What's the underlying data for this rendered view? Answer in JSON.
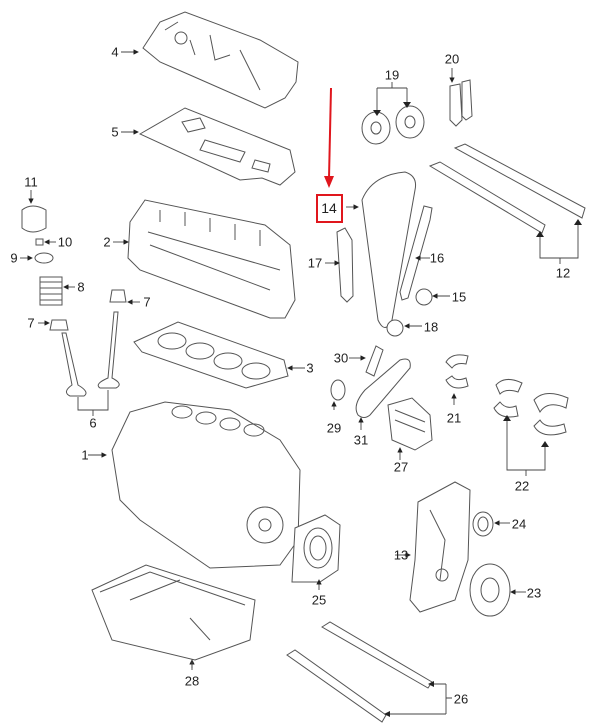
{
  "diagram": {
    "title": "",
    "highlight_color": "#e0161d",
    "highlighted_part": "14",
    "callouts": [
      {
        "id": "1",
        "label": "1",
        "part": "cylinder-block"
      },
      {
        "id": "2",
        "label": "2",
        "part": "cylinder-head"
      },
      {
        "id": "3",
        "label": "3",
        "part": "head-gasket"
      },
      {
        "id": "4",
        "label": "4",
        "part": "valve-cover"
      },
      {
        "id": "5",
        "label": "5",
        "part": "valve-cover-gasket"
      },
      {
        "id": "6",
        "label": "6",
        "part": "valves"
      },
      {
        "id": "7a",
        "label": "7",
        "part": "valve-stem-seal"
      },
      {
        "id": "7b",
        "label": "7",
        "part": "valve-stem-seal"
      },
      {
        "id": "8",
        "label": "8",
        "part": "valve-spring"
      },
      {
        "id": "9",
        "label": "9",
        "part": "spring-retainer"
      },
      {
        "id": "10",
        "label": "10",
        "part": "valve-keeper"
      },
      {
        "id": "11",
        "label": "11",
        "part": "lifter"
      },
      {
        "id": "12",
        "label": "12",
        "part": "camshafts"
      },
      {
        "id": "13",
        "label": "13",
        "part": "timing-cover"
      },
      {
        "id": "14",
        "label": "14",
        "part": "timing-chain"
      },
      {
        "id": "15",
        "label": "15",
        "part": "crank-sprocket"
      },
      {
        "id": "16",
        "label": "16",
        "part": "chain-guide"
      },
      {
        "id": "17",
        "label": "17",
        "part": "tensioner-arm"
      },
      {
        "id": "18",
        "label": "18",
        "part": "idler"
      },
      {
        "id": "19",
        "label": "19",
        "part": "vvt-gears"
      },
      {
        "id": "20",
        "label": "20",
        "part": "oil-control-valve"
      },
      {
        "id": "21",
        "label": "21",
        "part": "rod-bearings"
      },
      {
        "id": "22",
        "label": "22",
        "part": "main-bearings"
      },
      {
        "id": "23",
        "label": "23",
        "part": "crank-pulley"
      },
      {
        "id": "24",
        "label": "24",
        "part": "front-seal"
      },
      {
        "id": "25",
        "label": "25",
        "part": "rear-seal"
      },
      {
        "id": "26",
        "label": "26",
        "part": "balance-shafts"
      },
      {
        "id": "27",
        "label": "27",
        "part": "oil-pump"
      },
      {
        "id": "28",
        "label": "28",
        "part": "oil-pan"
      },
      {
        "id": "29",
        "label": "29",
        "part": "oil-pump-sprocket"
      },
      {
        "id": "30",
        "label": "30",
        "part": "oil-pump-tensioner"
      },
      {
        "id": "31",
        "label": "31",
        "part": "oil-pump-chain"
      }
    ]
  }
}
